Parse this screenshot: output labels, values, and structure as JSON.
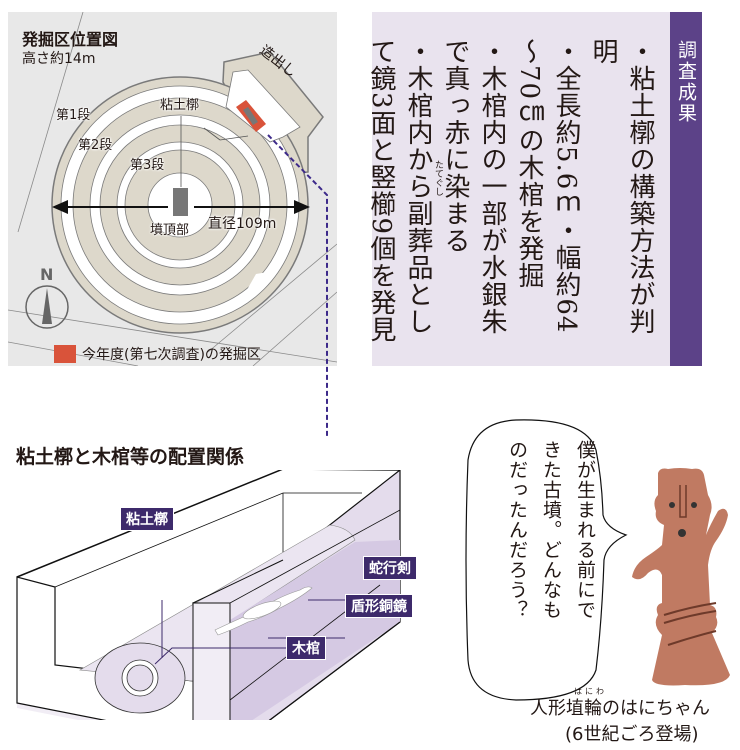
{
  "map": {
    "title": "発掘区位置図",
    "height_note": "高さ約14m",
    "labels": {
      "zoudashi": "造出し",
      "nendokaku": "粘土槨",
      "tier1": "第1段",
      "tier2": "第2段",
      "tier3": "第3段",
      "summit": "墳頂部",
      "diameter": "直径109m",
      "north": "N"
    },
    "legend": {
      "label": "今年度(第七次調査)の発掘区",
      "color": "#d9533a"
    },
    "colors": {
      "background": "#e8e8e8",
      "mound_tan": "#ddd8cb",
      "outline": "#7a7a7a",
      "dashed_connector": "#3d2a8a"
    }
  },
  "results": {
    "header": "調査成果",
    "items": [
      "・粘土槨の構築方法が判明",
      "・全長約5.6ｍ・幅約64～70㎝の木棺を発掘",
      "・木棺内の一部が水銀朱で真っ赤に染まる",
      "・木棺内から副葬品として鏡3面と竪櫛9個を発見"
    ],
    "ruby": {
      "base": "竪櫛",
      "reading": "たてぐし"
    },
    "colors": {
      "panel": "#e9e3ee",
      "header": "#5c4288"
    }
  },
  "diagram": {
    "title": "粘土槨と木棺等の配置関係",
    "tags": {
      "nendokaku": "粘土槨",
      "dakoken": "蛇行剣",
      "tatekei_doukyo": "盾形銅鏡",
      "mokkan": "木棺"
    },
    "colors": {
      "tag_bg": "#3d2a6b",
      "box_side": "#e4dcec",
      "coffin_fill": "#d5c9e3"
    }
  },
  "haniwa": {
    "speech": [
      "僕が生まれる前にで",
      "きた古墳。どんなも",
      "のだったんだろう？"
    ],
    "caption_line1": "人形埴輪のはにちゃん",
    "caption_ruby": "はにわ",
    "caption_line2": "(6世紀ごろ登場)",
    "color": "#c07a62"
  }
}
